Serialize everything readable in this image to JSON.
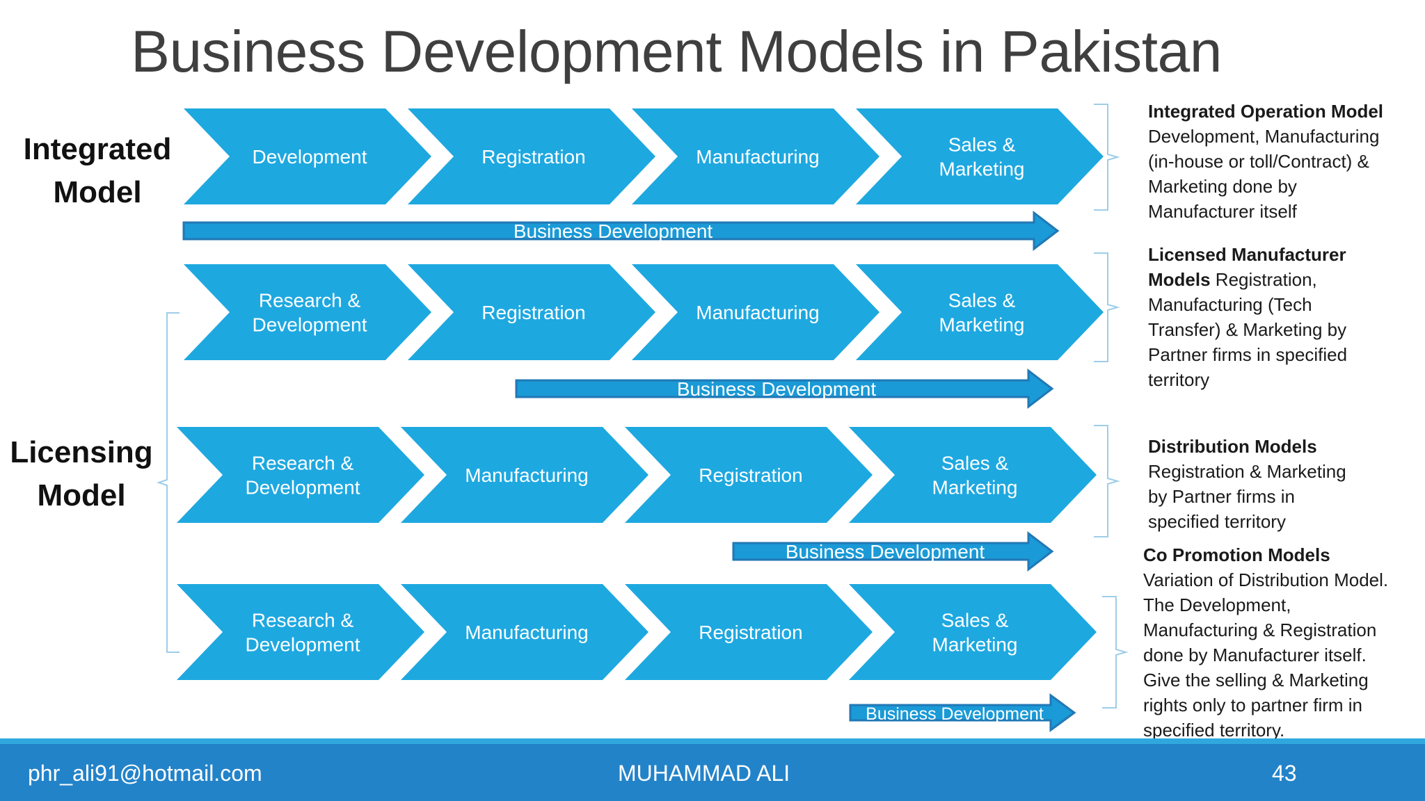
{
  "title": "Business Development Models in Pakistan",
  "labels": {
    "integrated_line1": "Integrated",
    "integrated_line2": "Model",
    "licensing_line1": "Licensing",
    "licensing_line2": "Model"
  },
  "colors": {
    "chevron": "#1ea8e0",
    "arrow_fill": "#1a9ad6",
    "arrow_stroke": "#2178b5",
    "bracket": "#9ecde8",
    "footer": "#2383c9",
    "footer_top": "#30a8de"
  },
  "rows": [
    {
      "steps": [
        [
          "Development"
        ],
        [
          "Registration"
        ],
        [
          "Manufacturing"
        ],
        [
          "Sales &",
          "Marketing"
        ]
      ],
      "arrow_label": "Business Development"
    },
    {
      "steps": [
        [
          "Research &",
          "Development"
        ],
        [
          "Registration"
        ],
        [
          "Manufacturing"
        ],
        [
          "Sales &",
          "Marketing"
        ]
      ],
      "arrow_label": "Business Development"
    },
    {
      "steps": [
        [
          "Research &",
          "Development"
        ],
        [
          "Manufacturing"
        ],
        [
          "Registration"
        ],
        [
          "Sales &",
          "Marketing"
        ]
      ],
      "arrow_label": "Business Development"
    },
    {
      "steps": [
        [
          "Research &",
          "Development"
        ],
        [
          "Manufacturing"
        ],
        [
          "Registration"
        ],
        [
          "Sales &",
          "Marketing"
        ]
      ],
      "arrow_label": "Business Development"
    }
  ],
  "descriptions": {
    "integrated": {
      "heading": "Integrated Operation Model",
      "lines": [
        "Development, Manufacturing",
        "(in-house or toll/Contract) &",
        "Marketing done by",
        "Manufacturer itself"
      ]
    },
    "licensed": {
      "heading_line1": "Licensed Manufacturer",
      "heading_line2": "Models",
      "line2_rest": " Registration,",
      "lines": [
        "Manufacturing  (Tech",
        "Transfer) & Marketing by",
        "Partner firms  in specified",
        "territory"
      ]
    },
    "distribution": {
      "heading": "Distribution Models",
      "lines": [
        "Registration & Marketing",
        "by Partner firms  in",
        "specified territory"
      ]
    },
    "copromotion": {
      "heading": "Co Promotion Models",
      "lines": [
        "Variation of Distribution Model.",
        "The Development,",
        "Manufacturing & Registration",
        "done by Manufacturer itself.",
        "Give the selling & Marketing",
        "rights only to partner firm in",
        "specified territory."
      ]
    }
  },
  "footer": {
    "email": "phr_ali91@hotmail.com",
    "author": "MUHAMMAD ALI",
    "page": "43"
  }
}
